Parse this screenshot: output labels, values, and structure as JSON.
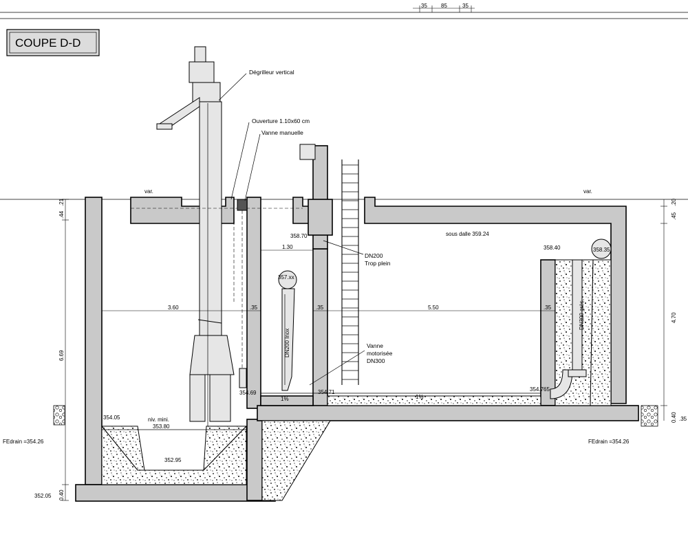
{
  "title": "COUPE D-D",
  "top_dims": [
    "35",
    "85",
    "35"
  ],
  "labels": {
    "degrilleur": "Dégrilleur vertical",
    "ouverture": "Ouverture 1.10x60 cm",
    "vanne_manuelle": "Vanne manuelle",
    "var_left": "var.",
    "var_right": "var.",
    "sous_dalle": "sous dalle 359.24",
    "dn200_trop": "DN200",
    "trop_plein": "Trop plein",
    "dn200_inox": "DN200 Inox",
    "vanne_motorisee_1": "Vanne",
    "vanne_motorisee_2": "motorisée",
    "vanne_motorisee_3": "DN300",
    "dn300_gres": "DN300 grès",
    "niv_mini": "niv. mini.",
    "fedrain_left": "FEdrain =354.26",
    "fedrain_right": "FEdrain =354.26"
  },
  "levels": {
    "l_358_70": "358.70",
    "l_357_xx": "357.xx",
    "l_358_40": "358.40",
    "l_358_35": "358.35",
    "l_354_69": "354.69",
    "l_354_71": "354.71",
    "l_354_765": "354.765",
    "l_354_05": "354.05",
    "l_353_80": "353.80",
    "l_352_95": "352.95",
    "l_352_05": "352.05"
  },
  "dims": {
    "d_44": ".44",
    "d_21": ".21",
    "d_6_69": "6.69",
    "d_0_40": "0.40",
    "d_3_60": "3.60",
    "d_35a": ".35",
    "d_1_30": "1.30",
    "d_35b": ".35",
    "d_5_50": "5.50",
    "d_35c": ".35",
    "d_45": ".45",
    "d_20": ".20",
    "d_4_70": "4.70",
    "d_0_40r": "0.40",
    "d_35r": ".35",
    "slope_a": "1%",
    "slope_b": "1%"
  }
}
